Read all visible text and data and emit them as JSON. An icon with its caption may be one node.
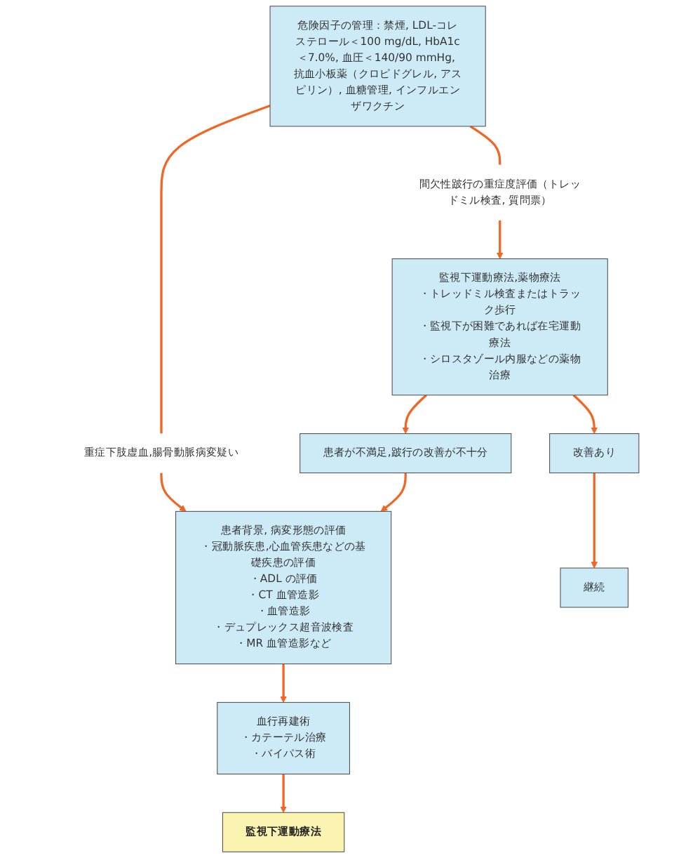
{
  "diagram": {
    "nodes": [
      {
        "text": [
          "危険因子の管理：禁煙, LDL-コレステロール＜100 mg/dL, HbA1c＜7.0%, 血圧＜140/90 mmHg, 抗血小板薬（クロピドグレル, アスピリン）, 血糖管理, インフルエンザワクチン"
        ]
      },
      {
        "text": [
          "間欠性跛行の重症度評価（トレッドミル検査, 質問票）"
        ]
      },
      {
        "text": [
          "重症下肢虚血,腸骨動脈病変疑い"
        ]
      },
      {
        "text": [
          "監視下運動療法,薬物療法",
          "・トレッドミル検査またはトラック歩行",
          "・監視下が困難であれば在宅運動療法",
          "・シロスタゾール内服などの薬物治療"
        ]
      },
      {
        "text": [
          "患者が不満足,跛行の改善が不十分"
        ]
      },
      {
        "text": [
          "患者背景, 病変形態の評価",
          "・冠動脈疾患,心血管疾患などの基礎疾患の評価",
          "・ADL の評価",
          "・CT 血管造影",
          "・血管造影",
          "・デュプレックス超音波検査",
          "・MR 血管造影など"
        ]
      },
      {
        "text": [
          "改善あり"
        ]
      },
      {
        "text": [
          "継続"
        ]
      },
      {
        "text": [
          "血行再建術",
          "・カテーテル治療",
          "・バイパス術"
        ]
      },
      {
        "text": [
          "監視下運動療法"
        ]
      }
    ],
    "edges": [
      {
        "from": 0,
        "to": 1,
        "arrow": "none"
      },
      {
        "from": 0,
        "to": 2,
        "arrow": "none"
      },
      {
        "from": 1,
        "to": 3,
        "arrow": "to"
      },
      {
        "from": 2,
        "to": 5,
        "arrow": "to"
      },
      {
        "from": 3,
        "to": 4,
        "arrow": "to"
      },
      {
        "from": 4,
        "to": 5,
        "arrow": "to"
      },
      {
        "from": 3,
        "to": 6,
        "arrow": "to"
      },
      {
        "from": 6,
        "to": 7,
        "arrow": "to"
      },
      {
        "from": 5,
        "to": 8,
        "arrow": "to"
      },
      {
        "from": 8,
        "to": 9,
        "arrow": "to"
      }
    ]
  }
}
